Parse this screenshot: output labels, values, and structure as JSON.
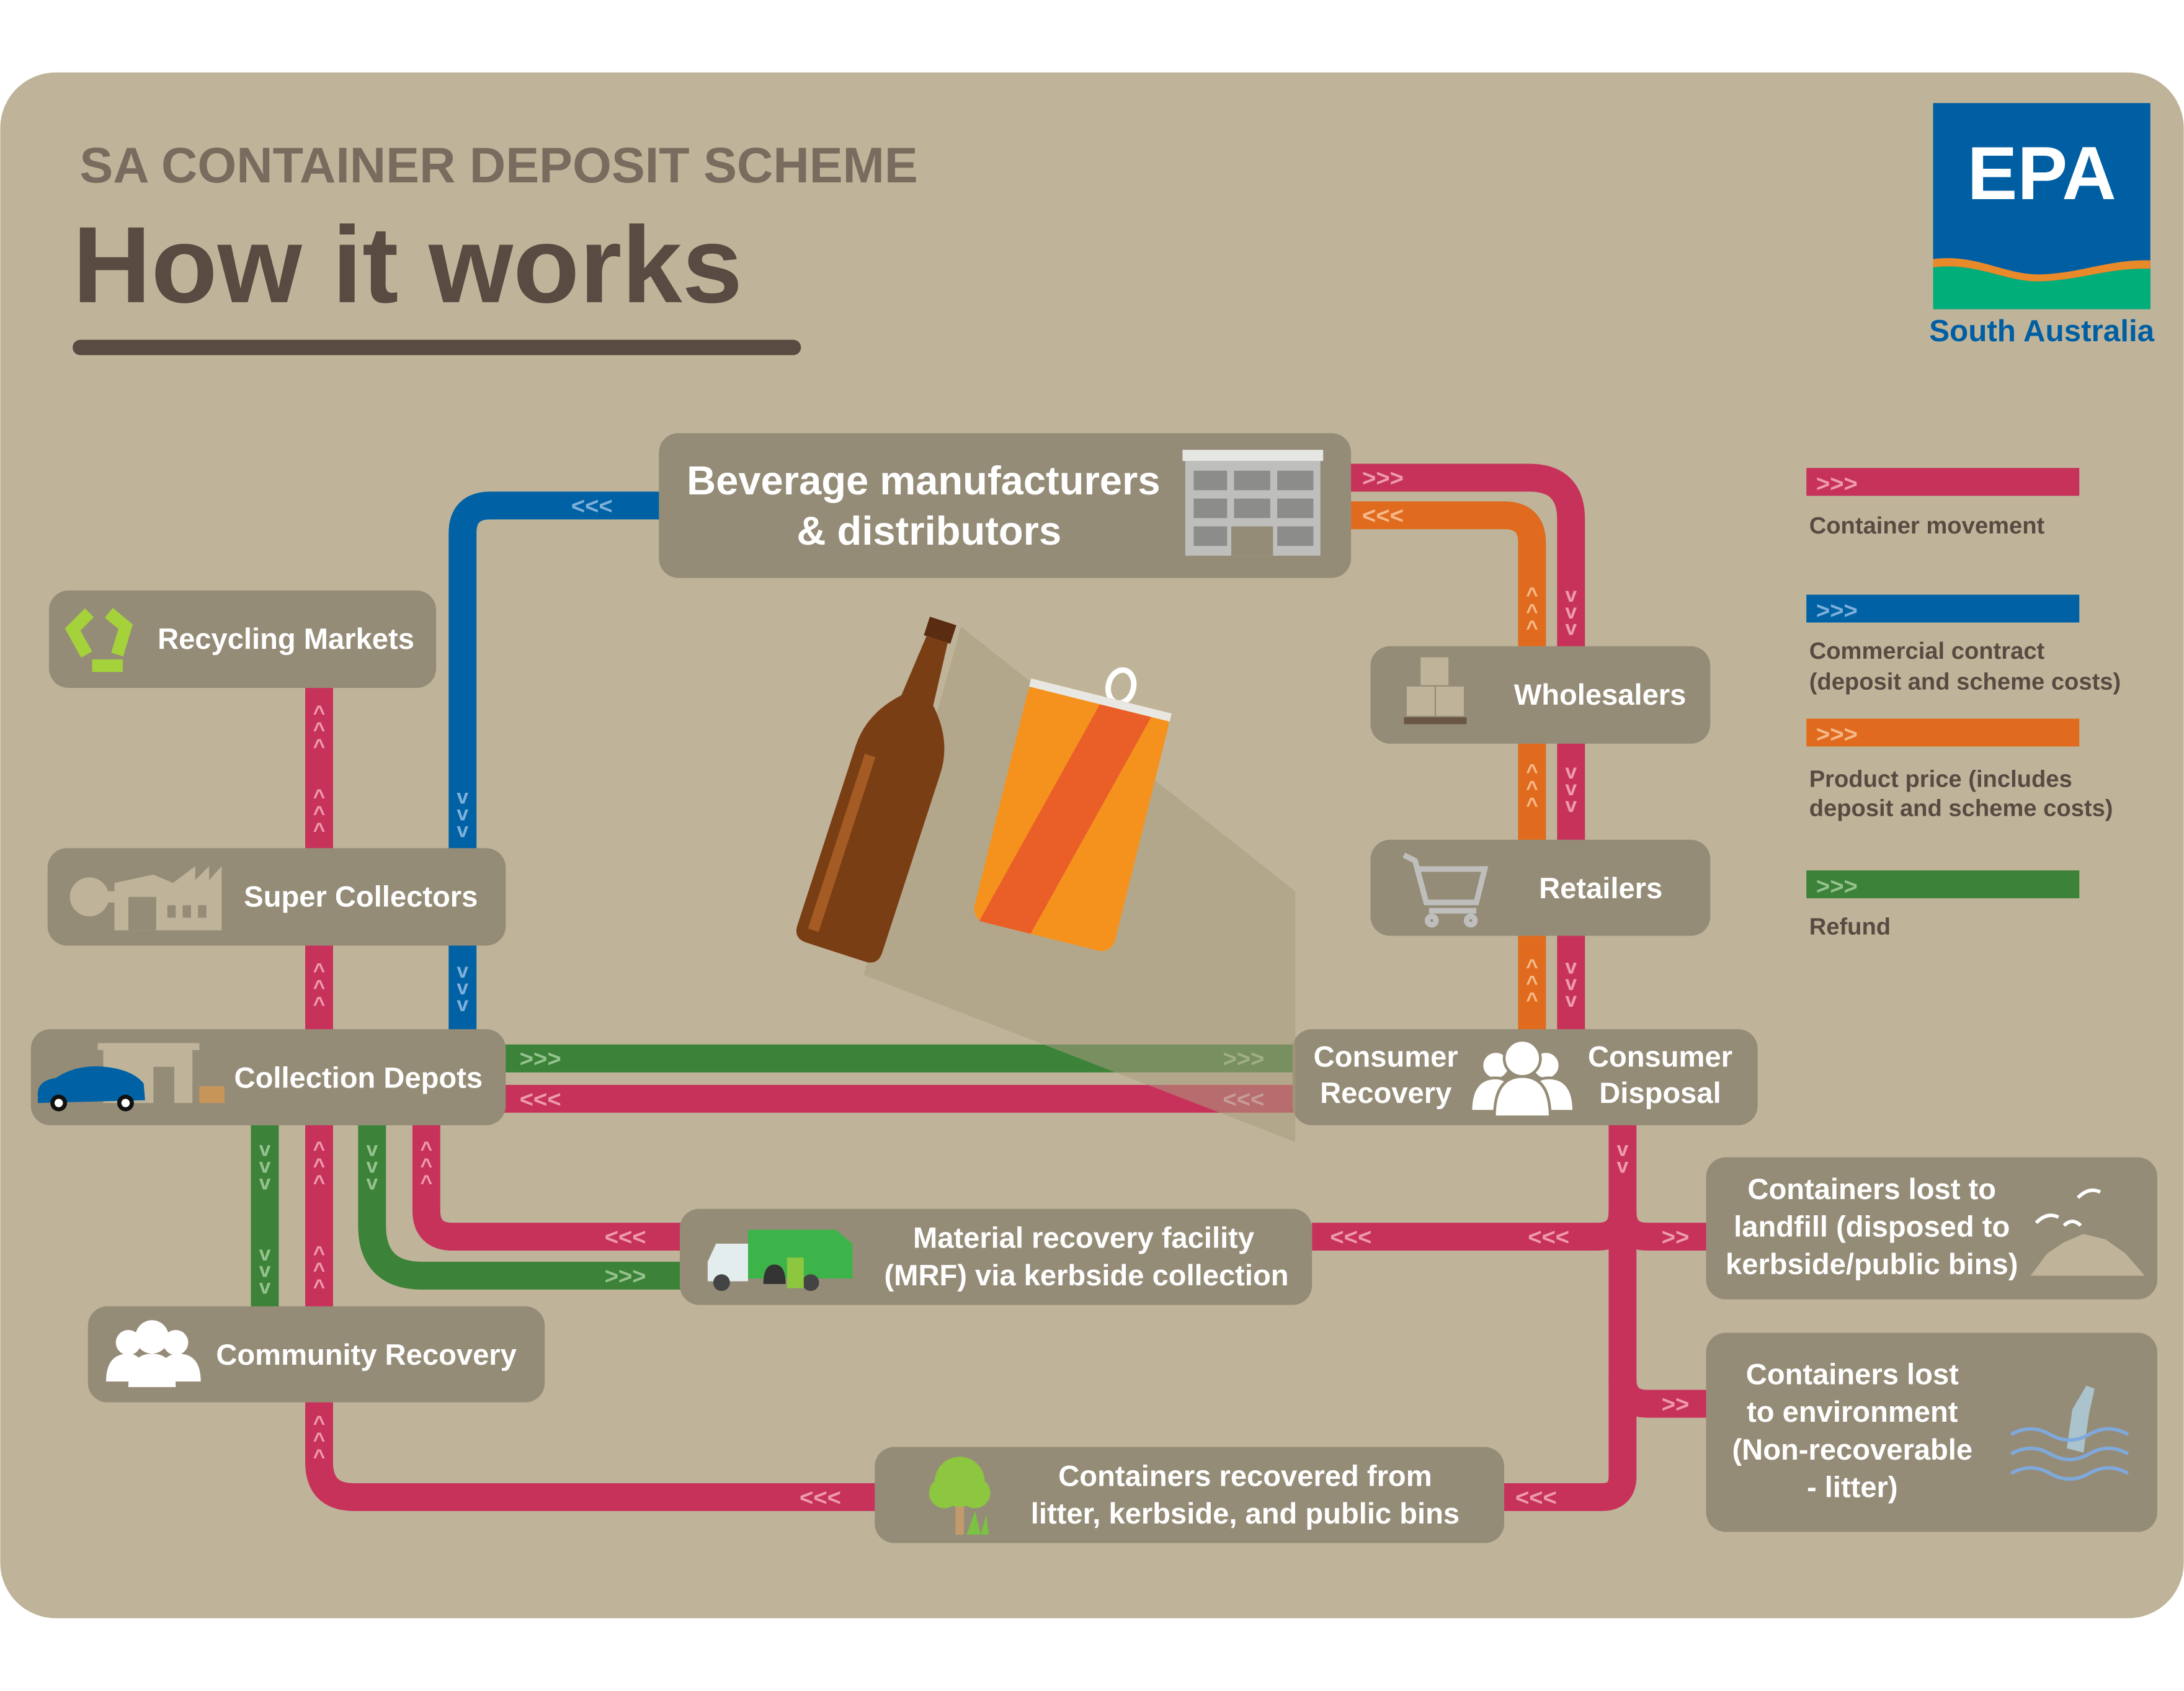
{
  "header": {
    "subtitle": "SA CONTAINER DEPOSIT SCHEME",
    "title": "How it works"
  },
  "logo": {
    "text": "EPA",
    "region": "South Australia",
    "colors": {
      "blue": "#005FA3",
      "orange": "#E8892A",
      "green": "#00AE7A"
    }
  },
  "legend": {
    "items": [
      {
        "arrows": ">>>",
        "label_lines": [
          "Container movement"
        ],
        "color": "#C7325A"
      },
      {
        "arrows": ">>>",
        "label_lines": [
          "Commercial contract",
          "(deposit and scheme costs)"
        ],
        "color": "#0062A4"
      },
      {
        "arrows": ">>>",
        "label_lines": [
          "Product price (includes",
          "deposit and scheme costs)"
        ],
        "color": "#E06B1F"
      },
      {
        "arrows": ">>>",
        "label_lines": [
          "Refund"
        ],
        "color": "#3C8238"
      }
    ]
  },
  "colors": {
    "background": "#BFB499",
    "node": "#958C77",
    "container": "#C7325A",
    "commercial": "#0062A4",
    "product": "#E06B1F",
    "refund": "#3C8238",
    "title": "#574B42"
  },
  "nodes": {
    "beverage": {
      "lines": [
        "Beverage manufacturers",
        "& distributors"
      ],
      "icon": "building-icon"
    },
    "recycling": {
      "lines": [
        "Recycling Markets"
      ],
      "icon": "recycle-icon"
    },
    "super": {
      "lines": [
        "Super Collectors"
      ],
      "icon": "factory-icon"
    },
    "depots": {
      "lines": [
        "Collection Depots"
      ],
      "icon": "depot-car-icon"
    },
    "community": {
      "lines": [
        "Community Recovery"
      ],
      "icon": "people-icon"
    },
    "wholesalers": {
      "lines": [
        "Wholesalers"
      ],
      "icon": "boxes-pallet-icon"
    },
    "retailers": {
      "lines": [
        "Retailers"
      ],
      "icon": "shopping-cart-icon"
    },
    "consumer": {
      "left_lines": [
        "Consumer",
        "Recovery"
      ],
      "right_lines": [
        "Consumer",
        "Disposal"
      ],
      "icon": "people-icon"
    },
    "mrf": {
      "lines": [
        "Material recovery facility",
        "(MRF) via kerbside collection"
      ],
      "icon": "garbage-truck-icon"
    },
    "litter": {
      "lines": [
        "Containers recovered from",
        "litter, kerbside, and public bins"
      ],
      "icon": "tree-icon"
    },
    "landfill": {
      "lines": [
        "Containers lost to",
        "landfill (disposed to",
        "kerbside/public bins)"
      ],
      "icon": "landfill-birds-icon"
    },
    "environment": {
      "lines": [
        "Containers lost",
        "to environment",
        "(Non-recoverable",
        "- litter)"
      ],
      "icon": "bottle-in-water-icon"
    }
  },
  "arrows": {
    "right": ">>>",
    "left": "<<<",
    "up": "^",
    "down": "v",
    "right2": ">>"
  }
}
